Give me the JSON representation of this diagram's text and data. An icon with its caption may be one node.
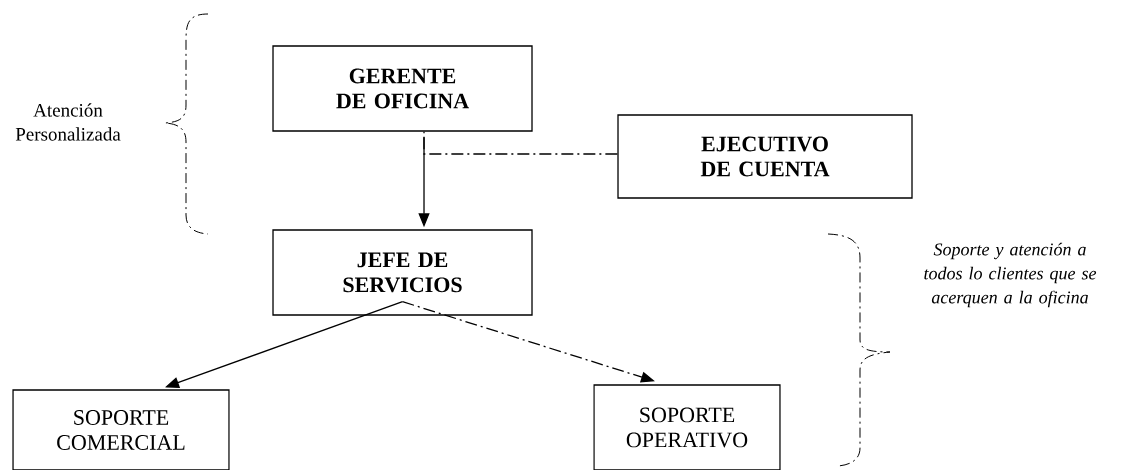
{
  "diagram": {
    "nodes": [
      {
        "text": [
          "GERENTE DE OFICINA"
        ]
      },
      {
        "text": [
          "EJECUTIVO DE CUENTA"
        ]
      },
      {
        "text": [
          "JEFE DE SERVICIOS"
        ]
      },
      {
        "text": [
          "SOPORTE COMERCIAL"
        ]
      },
      {
        "text": [
          "SOPORTE OPERATIVO"
        ]
      }
    ],
    "edges": [
      {
        "from": 0,
        "to": 2,
        "arrow": "to"
      },
      {
        "from": 1,
        "to": 0,
        "arrow": "none",
        "style": "dashed"
      },
      {
        "from": 2,
        "to": 3,
        "arrow": "to"
      },
      {
        "from": 2,
        "to": 4,
        "arrow": "to",
        "style": "dashed"
      }
    ],
    "labels": [
      "Atención Personalizada",
      "Soporte y atención a todos lo clientes que se acerquen a la oficina"
    ]
  }
}
